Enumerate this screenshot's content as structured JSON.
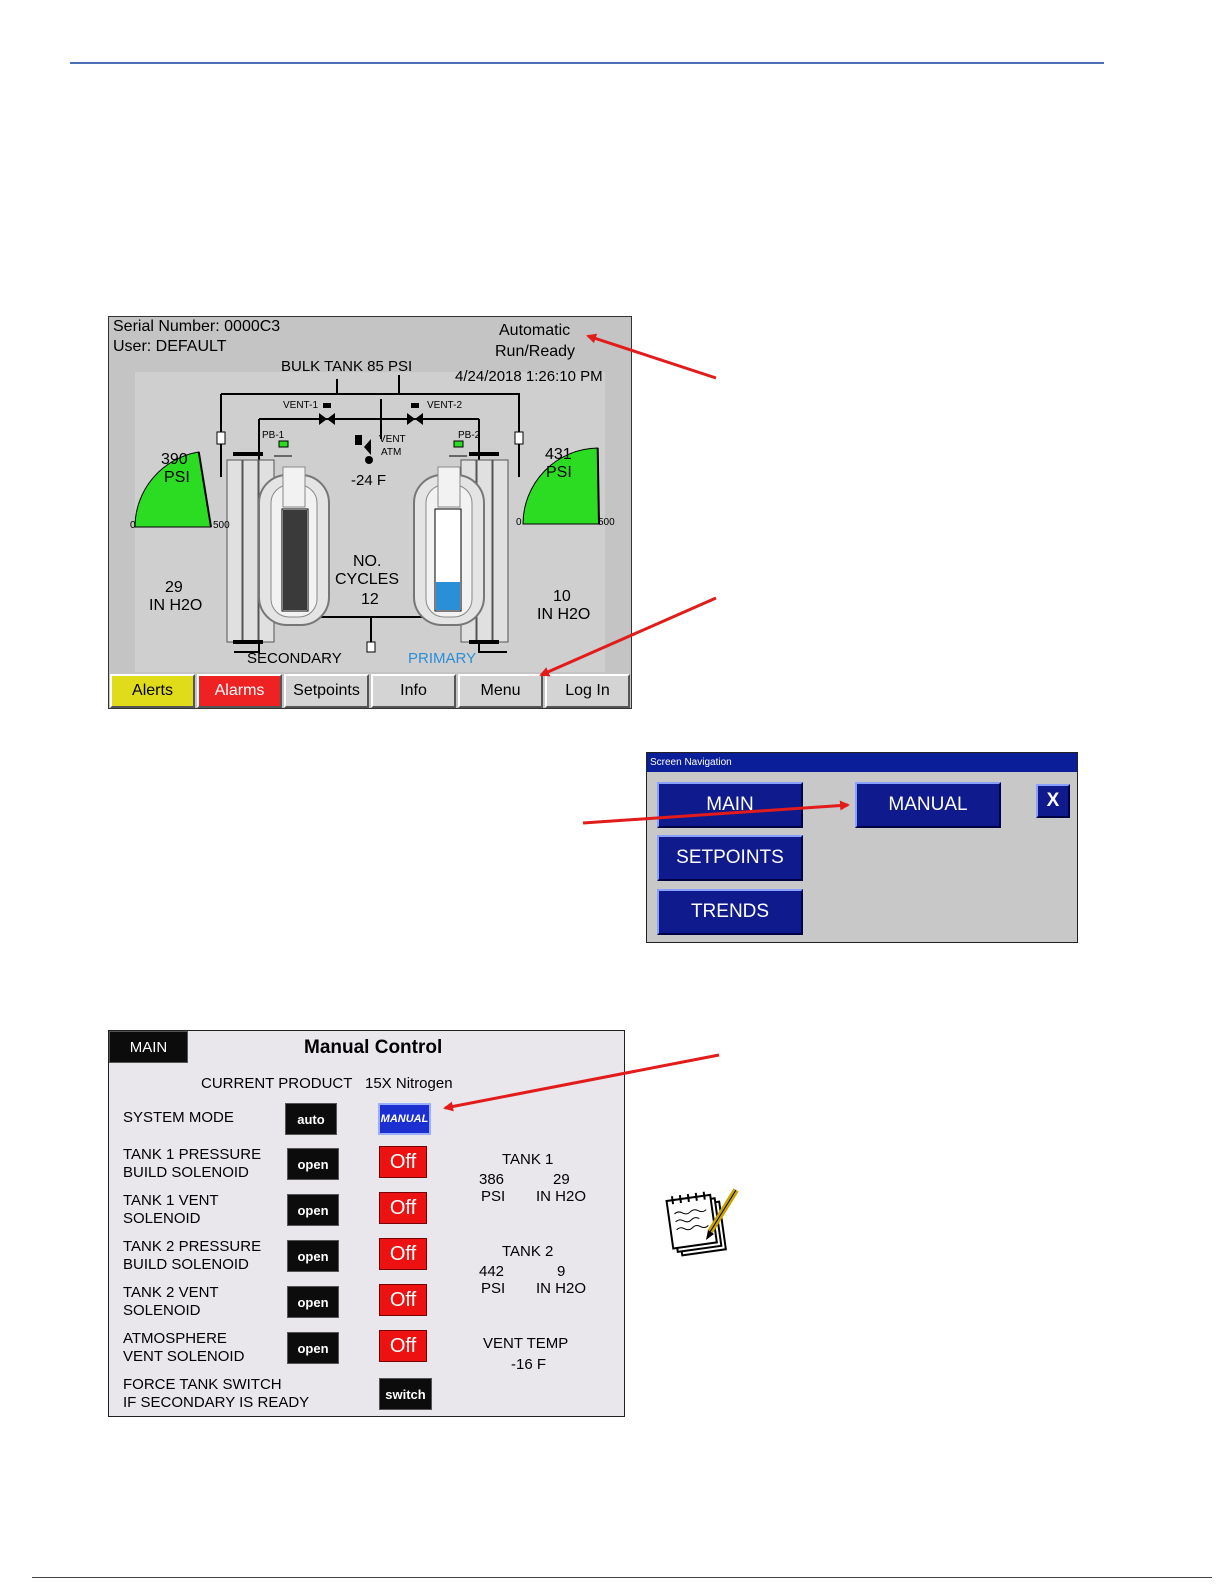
{
  "hmi": {
    "serial": "Serial Number: 0000C3",
    "user": "User: DEFAULT",
    "mode": "Automatic",
    "status": "Run/Ready",
    "datetime": "4/24/2018 1:26:10 PM",
    "bulk_tank": "BULK TANK 85 PSI",
    "vent1": "VENT-1",
    "vent2": "VENT-2",
    "pb1": "PB-1",
    "pb2": "PB-2",
    "vent_atm_1": "VENT",
    "vent_atm_2": "ATM",
    "vent_temp": "-24 F",
    "left_psi_value": "390",
    "right_psi_value": "431",
    "psi_unit": "PSI",
    "gauge_min": "0",
    "gauge_max": "500",
    "left_level_value": "29",
    "right_level_value": "10",
    "level_unit": "IN H2O",
    "cycles_1": "NO.",
    "cycles_2": "CYCLES",
    "cycles_value": "12",
    "secondary": "SECONDARY",
    "primary": "PRIMARY",
    "left_gauge_level": 0.78,
    "right_gauge_level": 0.86,
    "left_tank_fill": 1.0,
    "right_tank_fill": 0.28,
    "nav": [
      "Alerts",
      "Alarms",
      "Setpoints",
      "Info",
      "Menu",
      "Log In"
    ],
    "colors": {
      "alerts": "#e0dc1a",
      "alarms": "#ee2222",
      "gauge": "#2bdc22",
      "primary": "#2a8fd6",
      "liquid_primary": "#2a8fd6",
      "liquid_secondary": "#3a3a3a"
    }
  },
  "screen_nav": {
    "title": "Screen Navigation",
    "main": "MAIN",
    "manual": "MANUAL",
    "setpoints": "SETPOINTS",
    "trends": "TRENDS",
    "close": "X"
  },
  "manual": {
    "main_button": "MAIN",
    "title": "Manual Control",
    "current_product_label": "CURRENT PRODUCT",
    "current_product_value": "15X Nitrogen",
    "rows": [
      {
        "label1": "SYSTEM MODE",
        "label2": "",
        "left": "auto",
        "right": "MANUAL"
      },
      {
        "label1": "TANK 1 PRESSURE",
        "label2": "BUILD SOLENOID",
        "left": "open",
        "right": "Off"
      },
      {
        "label1": "TANK 1 VENT",
        "label2": "SOLENOID",
        "left": "open",
        "right": "Off"
      },
      {
        "label1": "TANK 2 PRESSURE",
        "label2": "BUILD SOLENOID",
        "left": "open",
        "right": "Off"
      },
      {
        "label1": "TANK 2 VENT",
        "label2": "SOLENOID",
        "left": "open",
        "right": "Off"
      },
      {
        "label1": "ATMOSPHERE",
        "label2": "VENT SOLENOID",
        "left": "open",
        "right": "Off"
      },
      {
        "label1": "FORCE TANK SWITCH",
        "label2": "IF SECONDARY IS READY",
        "left": "",
        "right": "switch"
      }
    ],
    "tank1": {
      "title": "TANK 1",
      "psi": "386",
      "level": "29",
      "psi_unit": "PSI",
      "level_unit": "IN H2O"
    },
    "tank2": {
      "title": "TANK 2",
      "psi": "442",
      "level": "9",
      "psi_unit": "PSI",
      "level_unit": "IN H2O"
    },
    "vent": {
      "title": "VENT TEMP",
      "value": "-16 F"
    }
  }
}
